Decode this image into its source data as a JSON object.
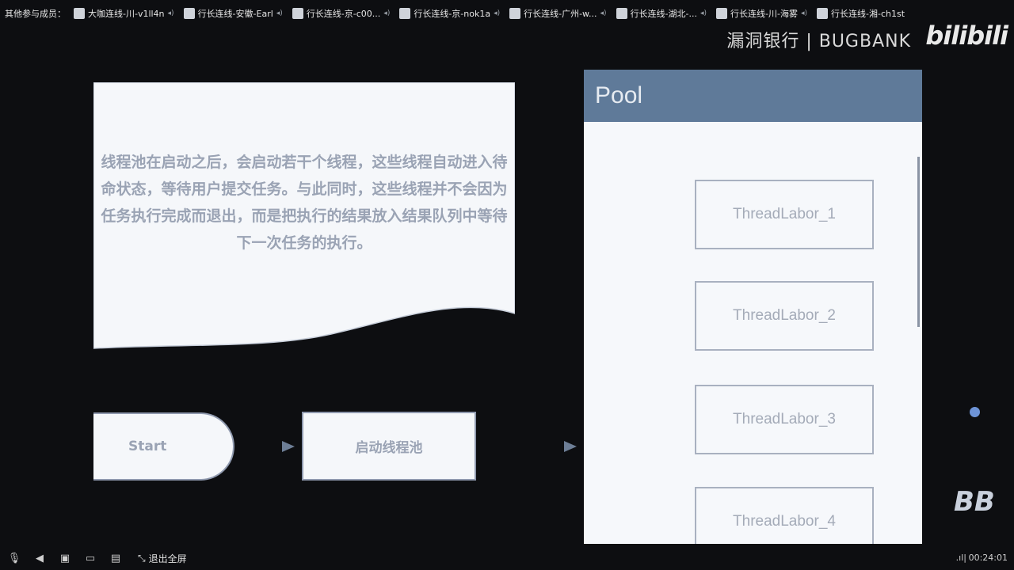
{
  "participants_bar": {
    "label": "其他参与成员：",
    "members": [
      "大咖连线-川-v1ll4n",
      "行长连线-安徽-Earl",
      "行长连线-京-c00...",
      "行长连线-京-nok1a",
      "行长连线-广州-w...",
      "行长连线-湖北-...",
      "行长连线-川-海雾",
      "行长连线-湘-ch1st"
    ]
  },
  "brand": {
    "title": "漏洞银行 | BUGBANK",
    "logo": "bilibili"
  },
  "document": {
    "text": "线程池在启动之后，会启动若干个线程，这些线程自动进入待命状态，等待用户提交任务。与此同时，这些线程并不会因为任务执行完成而退出，而是把执行的结果放入结果队列中等待下一次任务的执行。"
  },
  "flow": {
    "start_label": "Start",
    "process_label": "启动线程池"
  },
  "pool": {
    "title": "Pool",
    "labors": [
      "ThreadLabor_1",
      "ThreadLabor_2",
      "ThreadLabor_3",
      "ThreadLabor_4"
    ]
  },
  "bottombar": {
    "exit_label": "退出全屏",
    "time": "00:24:01",
    "icons": [
      "mic-off-icon",
      "speaker-icon",
      "camera-off-icon",
      "screen-share-icon",
      "document-icon",
      "fullscreen-exit-icon"
    ]
  },
  "colors": {
    "background": "#0d0e11",
    "pool_header": "#5f7a99",
    "shape_border": "#8f99ae",
    "arrow": "#6d7e96"
  }
}
